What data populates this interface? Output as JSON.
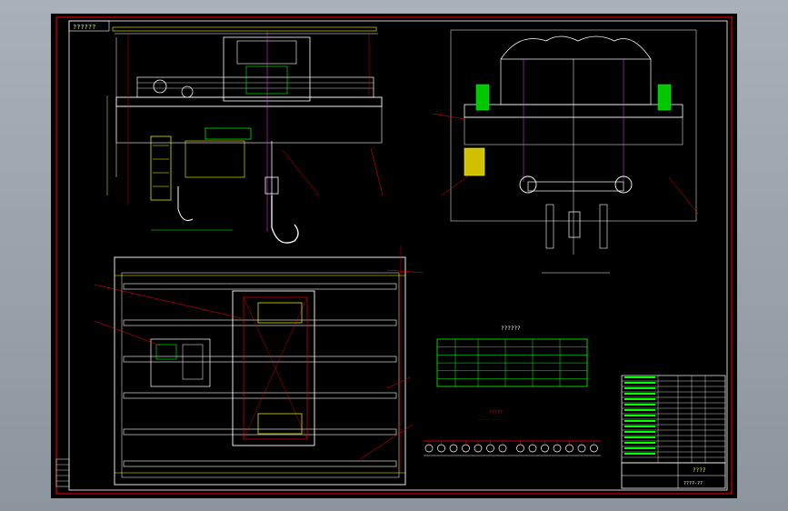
{
  "drawing": {
    "background": "#000000",
    "frame_color": "#ff0000",
    "colors": {
      "white": "#ffffff",
      "yellow": "#ffff00",
      "green": "#00ff00",
      "red": "#ff0000",
      "magenta": "#ff44ff",
      "cyan": "#00ffff",
      "gray": "#a0a0a0"
    },
    "top_left_label": "??????",
    "table_title": "??????",
    "schematic_title": "?????",
    "schematic_subtitle": "-----  -----",
    "title_block_label": "????",
    "drawing_number": "????-??",
    "left_revision_rows": 5,
    "hoist_circles": 14,
    "right_table_rows": 16
  }
}
